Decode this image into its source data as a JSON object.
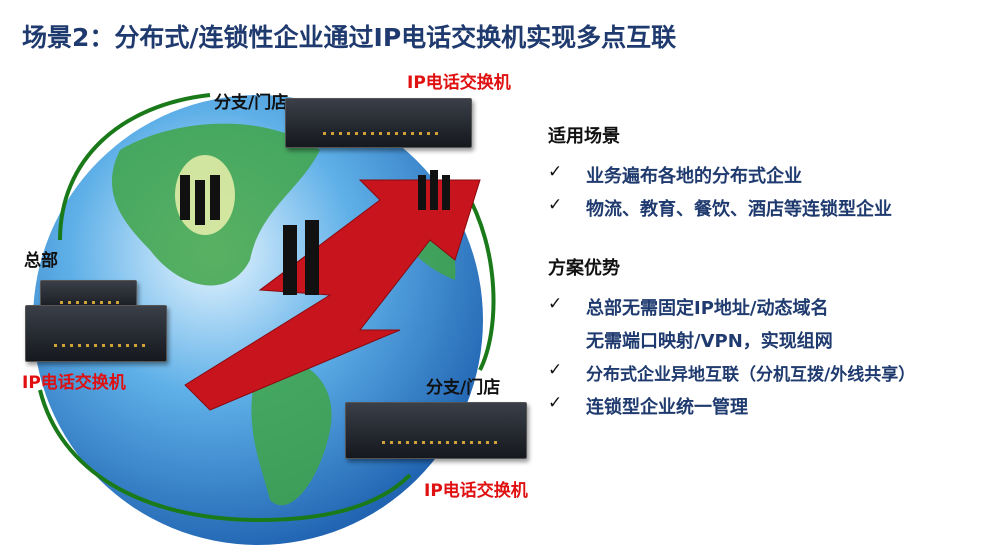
{
  "title": "场景2：分布式/连锁性企业通过IP电话交换机实现多点互联",
  "diagram": {
    "hq_label": "总部",
    "branch_label_top": "分支/门店",
    "branch_label_bottom": "分支/门店",
    "pbx_top": "IP电话交换机",
    "pbx_hq": "IP电话交换机",
    "pbx_bottom": "IP电话交换机"
  },
  "panel": {
    "scenarios_heading": "适用场景",
    "scenarios": [
      "业务遍布各地的分布式企业",
      "物流、教育、餐饮、酒店等连锁型企业"
    ],
    "advantages_heading": "方案优势",
    "advantages": [
      {
        "text": "总部无需固定IP地址/动态域名",
        "checked": true
      },
      {
        "text": "无需端口映射/VPN，实现组网",
        "checked": false
      },
      {
        "text": "分布式企业异地互联（分机互拨/外线共享）",
        "checked": true
      },
      {
        "text": "连锁型企业统一管理",
        "checked": true
      }
    ],
    "check_icon": "✓"
  }
}
